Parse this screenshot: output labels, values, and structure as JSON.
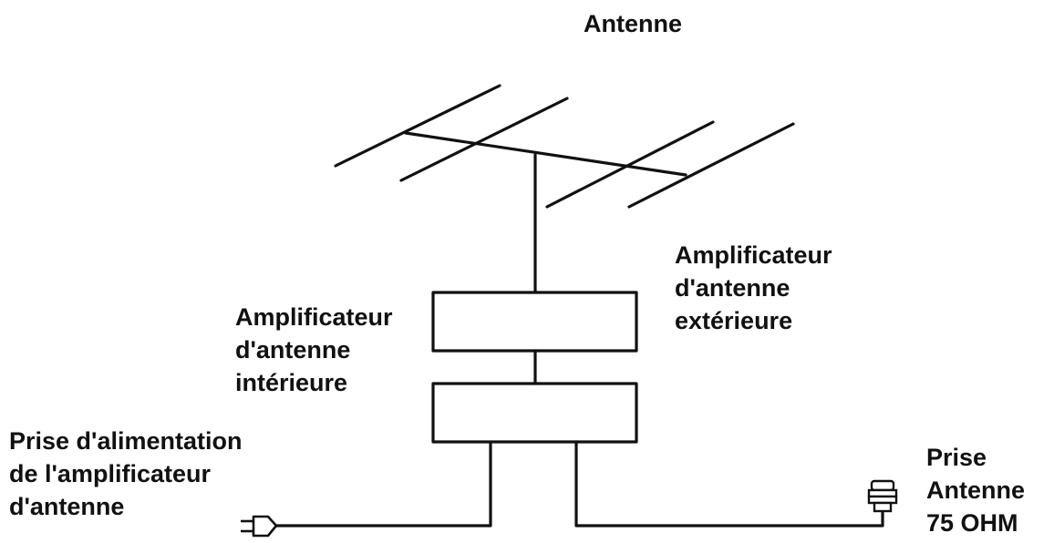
{
  "labels": {
    "antenna": "Antenne",
    "outdoor_amplifier": [
      "Amplificateur",
      "d'antenne",
      "extérieure"
    ],
    "indoor_amplifier": [
      "Amplificateur",
      "d'antenne",
      "intérieure"
    ],
    "power_plug": [
      "Prise d'alimentation",
      "de l'amplificateur",
      "d'antenne"
    ],
    "antenna_socket": [
      "Prise",
      "Antenne",
      "75 OHM"
    ]
  },
  "colors": {
    "stroke": "#111111",
    "background": "#ffffff"
  },
  "icons": {
    "plug": "power-plug-icon",
    "socket": "coax-socket-icon"
  }
}
